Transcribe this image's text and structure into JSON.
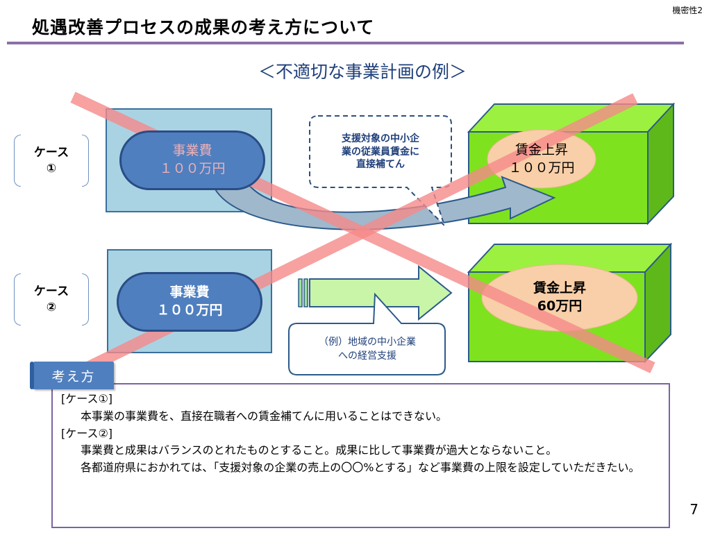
{
  "header": {
    "confidential_label": "機密性2",
    "title": "処遇改善プロセスの成果の考え方について"
  },
  "subtitle": "＜不適切な事業計画の例＞",
  "case1": {
    "label_line1": "ケース",
    "label_line2": "①",
    "cost_line1": "事業費",
    "cost_line2": "１００万円",
    "wage_line1": "賃金上昇",
    "wage_line2": "１００万円",
    "callout_line1": "支援対象の中小企",
    "callout_line2": "業の従業員賃金に",
    "callout_line3": "直接補てん"
  },
  "case2": {
    "label_line1": "ケース",
    "label_line2": "②",
    "cost_line1": "事業費",
    "cost_line2": "１００万円",
    "wage_line1": "賃金上昇",
    "wage_line2": "60万円",
    "callout_line1": "（例）地域の中小企業",
    "callout_line2": "への経営支援"
  },
  "explanation": {
    "tab_label": "考え方",
    "case1_heading": "[ケース①]",
    "case1_text": "本事業の事業費を、直接在職者への賃金補てんに用いることはできない。",
    "case2_heading": "[ケース②]",
    "case2_text": "事業費と成果はバランスのとれたものとすること。成果に比して事業費が過大とならないこと。",
    "case2_text2": "各都道府県におかれては、「支援対象の企業の売上の〇〇%とする」など事業費の上限を設定していただきたい。"
  },
  "page_number": "7",
  "colors": {
    "title_rule": "#8b6fa8",
    "cost_pill": "#4f7fbf",
    "green_box": "#7fe21f",
    "salmon_ellipse": "#f8cfa8",
    "red_cross": "#f58a8a",
    "light_box": "#a9d3e3"
  }
}
